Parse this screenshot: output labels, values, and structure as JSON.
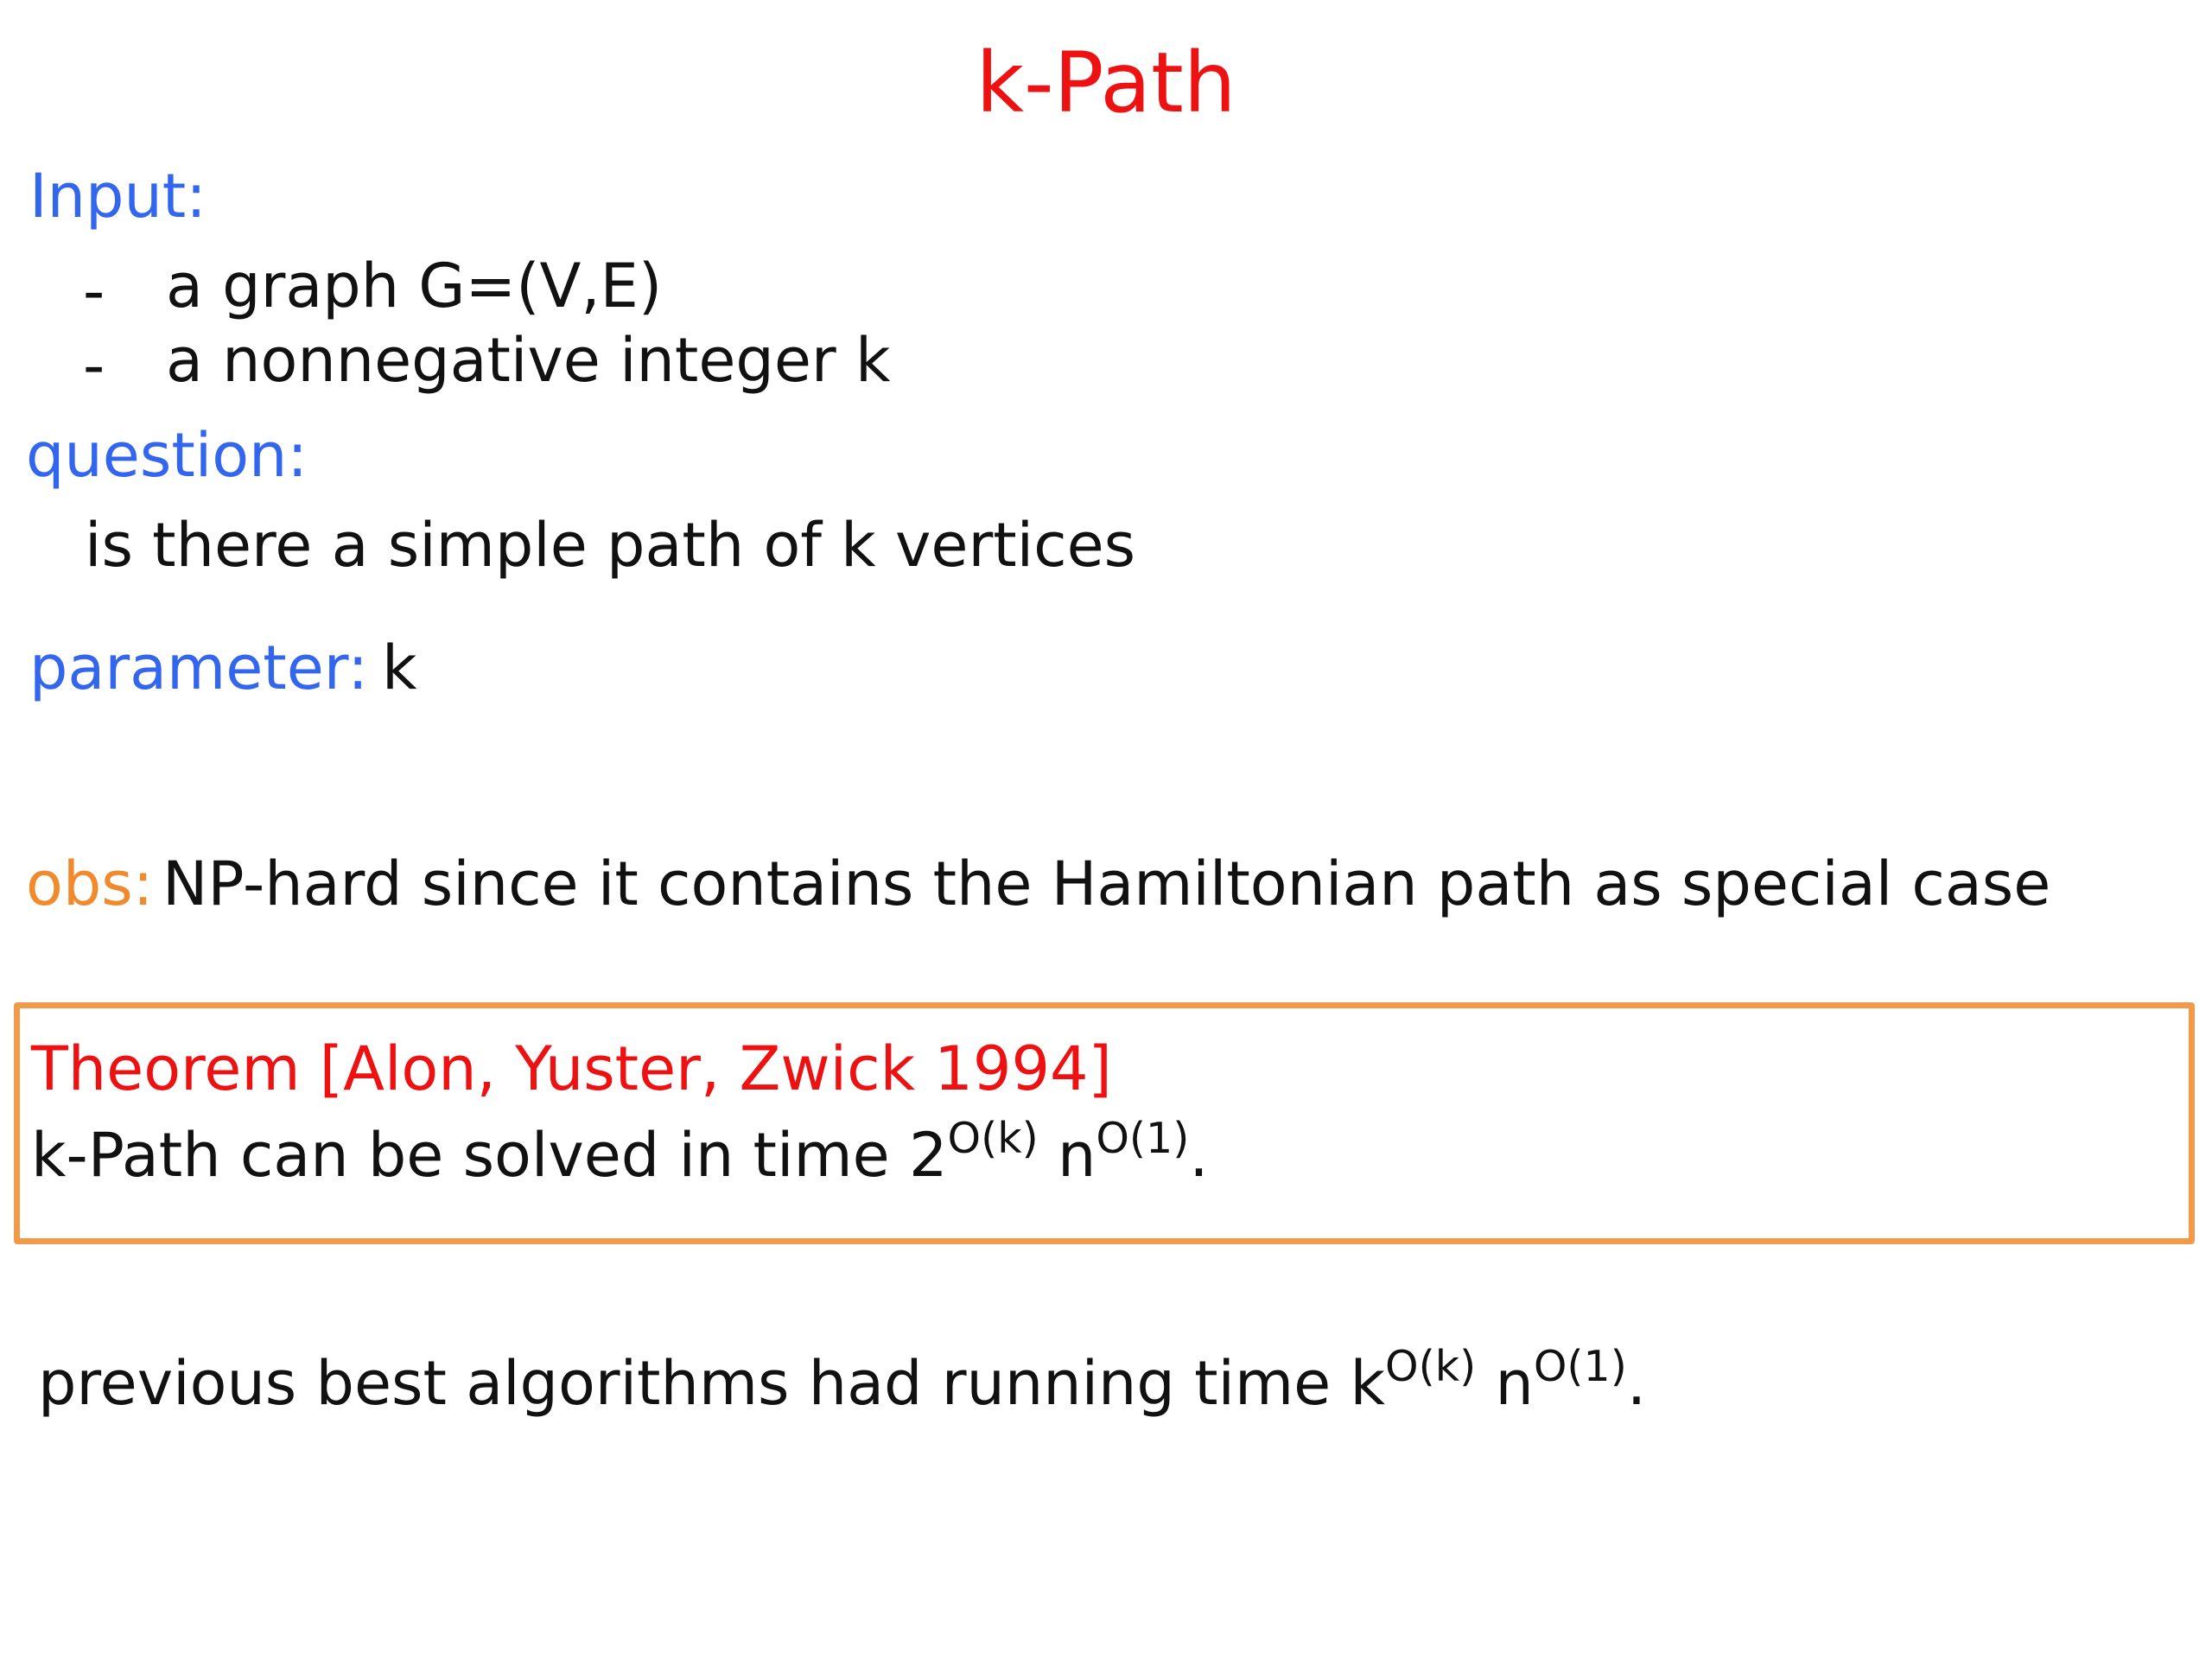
{
  "title": "k-Path",
  "input": {
    "label": "Input:",
    "items": [
      {
        "dash": "-",
        "text": "a graph G=(V,E)"
      },
      {
        "dash": "-",
        "text": "a nonnegative integer k"
      }
    ]
  },
  "question": {
    "label": "question:",
    "text": "is there a simple path of k vertices"
  },
  "parameter": {
    "label": "parameter:",
    "value": "k"
  },
  "obs": {
    "label": "obs:",
    "text": "NP-hard since it contains the Hamiltonian path as special case"
  },
  "theorem": {
    "heading": "Theorem [Alon, Yuster, Zwick 1994]",
    "statement_prefix": "k-Path can be solved in time ",
    "base1": "2",
    "exp1": "O(k)",
    "base2": "n",
    "exp2": "O(1)",
    "end": "."
  },
  "previous": {
    "prefix": "previous best algorithms had running time ",
    "base1": "k",
    "exp1": "O(k)",
    "base2": "n",
    "exp2": "O(1)",
    "end": "."
  },
  "colors": {
    "title": "#ee1111",
    "labels": "#3366ee",
    "obs": "#f08a2c",
    "box_border": "#f39a4a"
  }
}
